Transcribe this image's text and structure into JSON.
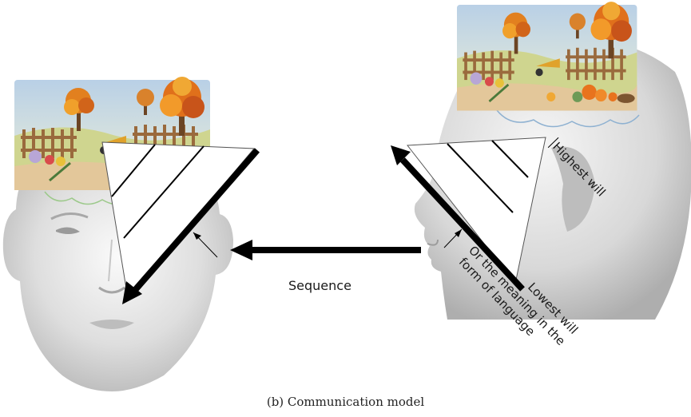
{
  "labels": {
    "sequence": "Sequence",
    "highest_will": "Highest will",
    "lowest_will": "Lowest will",
    "meaning_line1": "Or the meaning in the",
    "meaning_line2": "form of language"
  },
  "caption": "(b) Communication model",
  "colors": {
    "arrow": "#000000",
    "head_light": "#f4f4f4",
    "head_mid": "#d6d6d6",
    "head_dark": "#a9a9a9",
    "sky": "#c9dbea",
    "grass": "#cfd58f",
    "ground": "#e3c79a",
    "fence": "#9a6a3d",
    "tree_orange": "#e2801f",
    "pumpkin": "#e8731e",
    "thought_cloud_left": "#9cc98a",
    "thought_cloud_right": "#8eb1d1"
  },
  "icons": {
    "scene_left": "autumn-garden-scene",
    "scene_right": "autumn-garden-scene",
    "head_left": "human-head-front",
    "head_right": "human-head-profile"
  }
}
